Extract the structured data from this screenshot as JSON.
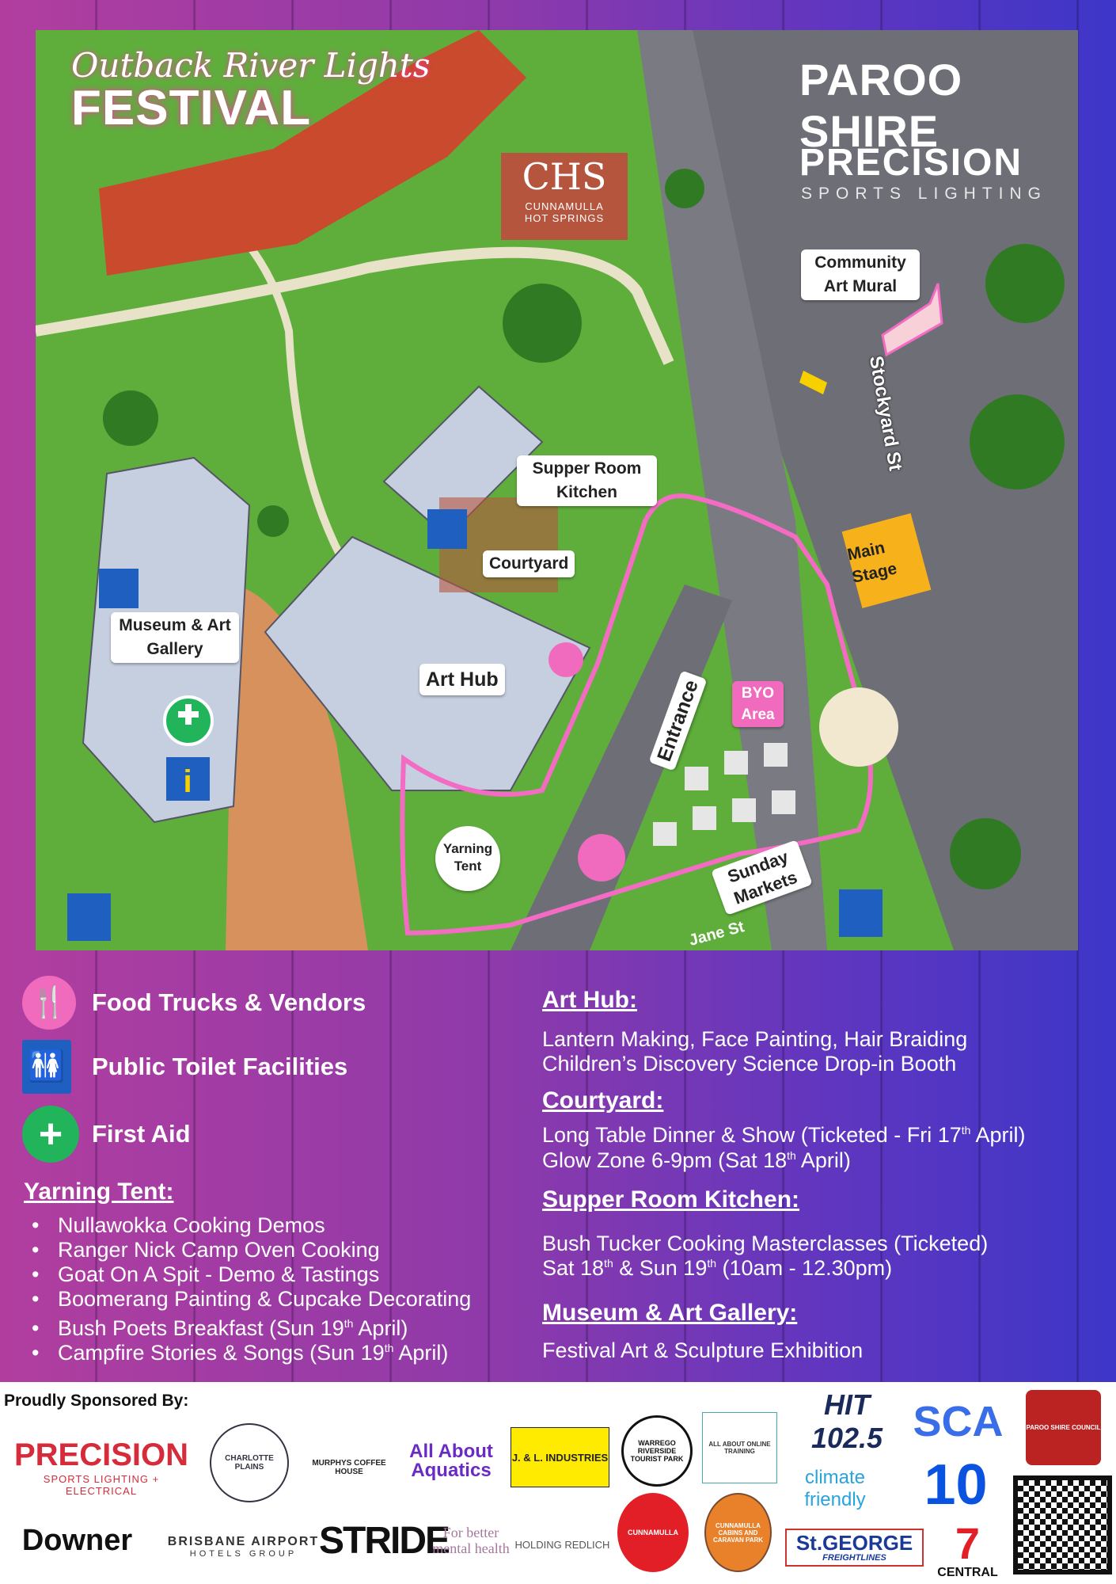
{
  "map": {
    "festival_logo": {
      "script": "Outback River Lights",
      "title": "FESTIVAL"
    },
    "chs_logo": {
      "mark": "CHS",
      "name": "CUNNAMULLA",
      "sub": "HOT SPRINGS"
    },
    "paroo_shire": "PAROO SHIRE",
    "precision_logo": {
      "name": "PRECISION",
      "sub": "SPORTS LIGHTING"
    },
    "labels": {
      "community_art_mural": "Community Art Mural",
      "stockyard_st": "Stockyard St",
      "supper_room_kitchen": "Supper Room Kitchen",
      "courtyard": "Courtyard",
      "main_stage": "Main Stage",
      "museum": "Museum & Art Gallery",
      "art_hub": "Art Hub",
      "byo_area": "BYO Area",
      "entrance": "Entrance",
      "yarning_tent": "Yarning Tent",
      "sunday_markets": "Sunday Markets",
      "jane_st": "Jane St"
    },
    "colors": {
      "route": "#f46bc4",
      "grass": "#5fae3c",
      "road": "#6e6e76",
      "main_stage": "#f7b21b"
    }
  },
  "legend": [
    {
      "icon": "food-icon",
      "label": "Food Trucks & Vendors",
      "color": "#f06bbd"
    },
    {
      "icon": "toilet-icon",
      "label": "Public Toilet Facilities",
      "color": "#1f5fbf"
    },
    {
      "icon": "first-aid-icon",
      "label": "First Aid",
      "color": "#22b45a"
    }
  ],
  "yarning_tent": {
    "heading": "Yarning Tent:",
    "items": [
      "Nullawokka Cooking Demos",
      "Ranger Nick Camp Oven Cooking",
      "Goat On A Spit - Demo & Tastings",
      "Boomerang Painting & Cupcake Decorating",
      "Bush Poets Breakfast (Sun 19th April)",
      "Campfire Stories & Songs (Sun 19th April)"
    ]
  },
  "art_hub": {
    "heading": "Art Hub:",
    "lines": [
      "Lantern Making, Face Painting, Hair Braiding",
      "Children’s Discovery Science Drop-in Booth"
    ]
  },
  "courtyard": {
    "heading": "Courtyard:",
    "lines": [
      "Long Table Dinner & Show (Ticketed - Fri 17th April)",
      "Glow Zone 6-9pm (Sat 18th April)"
    ]
  },
  "supper_room": {
    "heading": "Supper Room Kitchen:",
    "lines": [
      "Bush Tucker Cooking Masterclasses (Ticketed)",
      "Sat 18th & Sun 19th (10am - 12.30pm)"
    ]
  },
  "museum": {
    "heading": "Museum & Art Gallery:",
    "lines": [
      "Festival Art & Sculpture Exhibition"
    ]
  },
  "sponsors": {
    "title": "Proudly Sponsored By:",
    "logos": [
      "PRECISION",
      "SPORTS LIGHTING + ELECTRICAL",
      "CHARLOTTE PLAINS",
      "MURPHYS COFFEE HOUSE",
      "All About Aquatics",
      "J. & L. INDUSTRIES",
      "WARREGO RIVERSIDE TOURIST PARK",
      "ALL ABOUT ONLINE TRAINING",
      "HIT 102.5",
      "SCA",
      "PAROO SHIRE COUNCIL",
      "climate friendly",
      "10",
      "Downer",
      "BRISBANE AIRPORT",
      "HOTELS GROUP",
      "STRIDE",
      "For better mental health",
      "HOLDING REDLICH",
      "CUNNAMULLA",
      "CUNNAMULLA CABINS AND CARAVAN PARK",
      "St.GEORGE",
      "FREIGHTLINES",
      "7",
      "CENTRAL"
    ]
  }
}
